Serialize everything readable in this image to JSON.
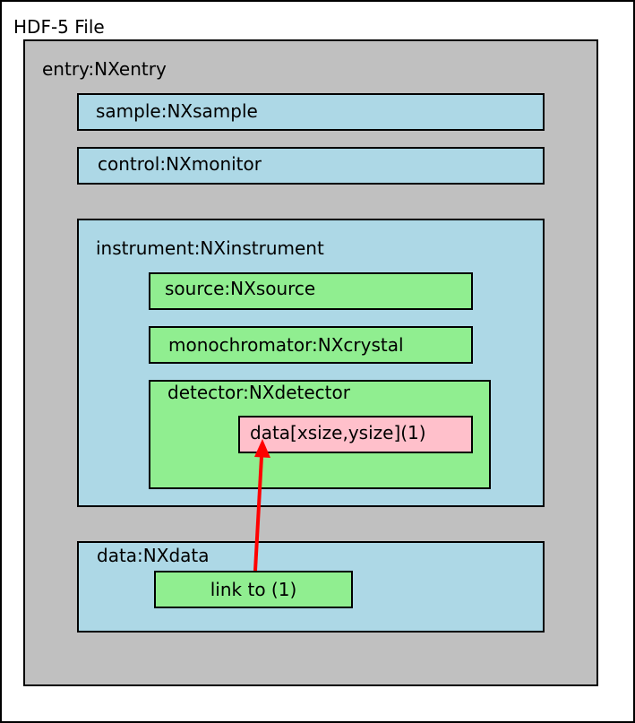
{
  "colors": {
    "file": "#ffffff",
    "entry": "#c0c0c0",
    "group": "#add8e6",
    "subgroup": "#90ee90",
    "dataset": "#ffc0cb",
    "link_arrow": "#ff0000",
    "border": "#000000"
  },
  "diagram": {
    "file_label": "HDF-5 File",
    "entry_label": "entry:NXentry",
    "sample_label": "sample:NXsample",
    "control_label": "control:NXmonitor",
    "instrument_label": "instrument:NXinstrument",
    "source_label": "source:NXsource",
    "monochromator_label": "monochromator:NXcrystal",
    "detector_label": "detector:NXdetector",
    "dataset_label": "data[xsize,ysize](1)",
    "nxdata_label": "data:NXdata",
    "link_label": "link to (1)"
  }
}
